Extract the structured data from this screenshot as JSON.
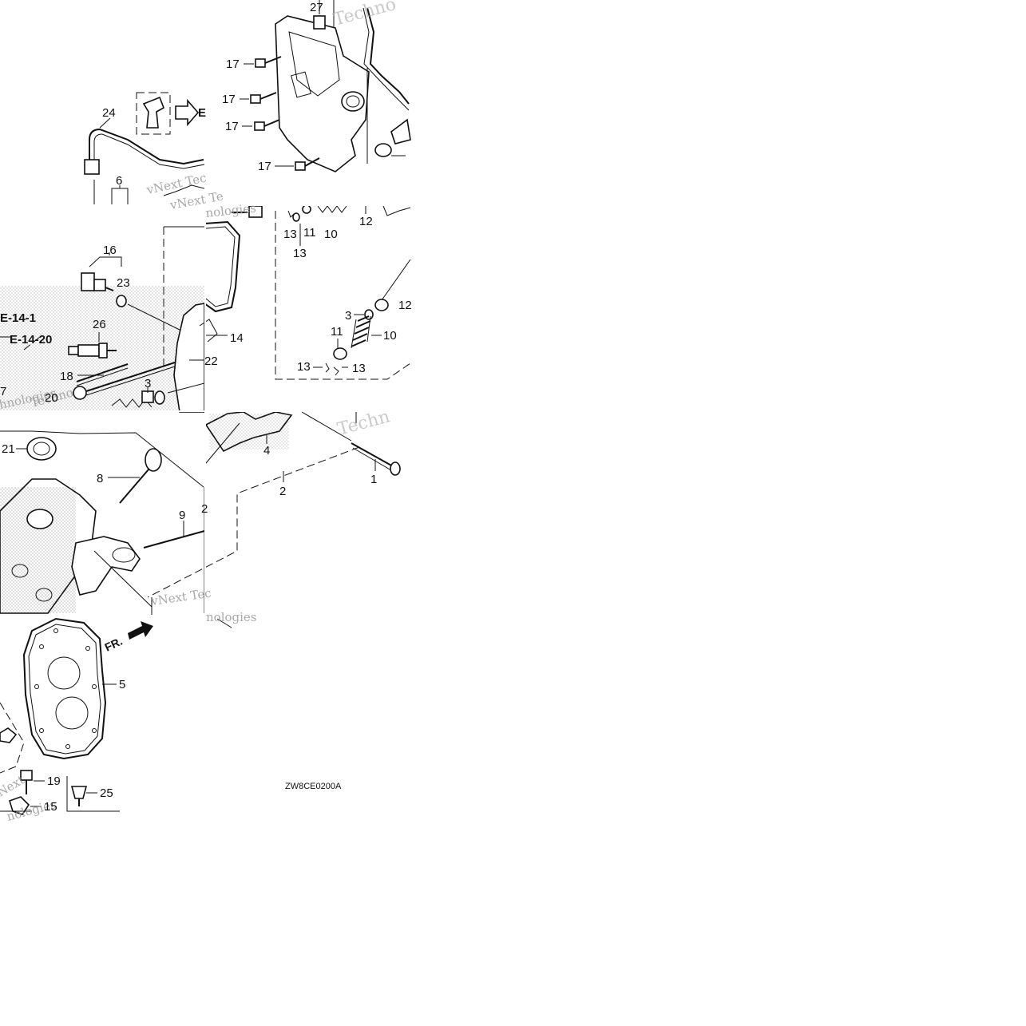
{
  "diagram": {
    "watermark_text": [
      "Techno",
      "vNext Tec",
      "hnologies",
      "vNext Tec",
      "nologies",
      "Techn",
      "vNext Te",
      "nologies",
      "Techno",
      "Next",
      "nologies"
    ],
    "callouts": [
      {
        "id": "27",
        "label": "27"
      },
      {
        "id": "17a",
        "label": "17"
      },
      {
        "id": "17b",
        "label": "17"
      },
      {
        "id": "17c",
        "label": "17"
      },
      {
        "id": "17d",
        "label": "17"
      },
      {
        "id": "24",
        "label": "24"
      },
      {
        "id": "6",
        "label": "6"
      },
      {
        "id": "16",
        "label": "16"
      },
      {
        "id": "23",
        "label": "23"
      },
      {
        "id": "26",
        "label": "26"
      },
      {
        "id": "18",
        "label": "18"
      },
      {
        "id": "20",
        "label": "20"
      },
      {
        "id": "3a",
        "label": "3"
      },
      {
        "id": "14",
        "label": "14"
      },
      {
        "id": "22",
        "label": "22"
      },
      {
        "id": "13a",
        "label": "13"
      },
      {
        "id": "11a",
        "label": "11"
      },
      {
        "id": "10a",
        "label": "10"
      },
      {
        "id": "12a",
        "label": "12"
      },
      {
        "id": "13b",
        "label": "13"
      },
      {
        "id": "3b",
        "label": "3"
      },
      {
        "id": "12b",
        "label": "12"
      },
      {
        "id": "11b",
        "label": "11"
      },
      {
        "id": "10b",
        "label": "10"
      },
      {
        "id": "13c",
        "label": "13"
      },
      {
        "id": "13d",
        "label": "13"
      },
      {
        "id": "21",
        "label": "21"
      },
      {
        "id": "8",
        "label": "8"
      },
      {
        "id": "9",
        "label": "9"
      },
      {
        "id": "4",
        "label": "4"
      },
      {
        "id": "2",
        "label": "2"
      },
      {
        "id": "1",
        "label": "1"
      },
      {
        "id": "5",
        "label": "5"
      },
      {
        "id": "19",
        "label": "19"
      },
      {
        "id": "15",
        "label": "15"
      },
      {
        "id": "25",
        "label": "25"
      },
      {
        "id": "7",
        "label": "7"
      },
      {
        "id": "2b",
        "label": "2"
      }
    ],
    "refs": [
      {
        "id": "e14-1",
        "label": "E-14-1"
      },
      {
        "id": "e14-20",
        "label": "E-14-20"
      },
      {
        "id": "e-arrow",
        "label": "E"
      }
    ],
    "front_marker": "FR.",
    "drawing_code": "ZW8CE0200A"
  }
}
